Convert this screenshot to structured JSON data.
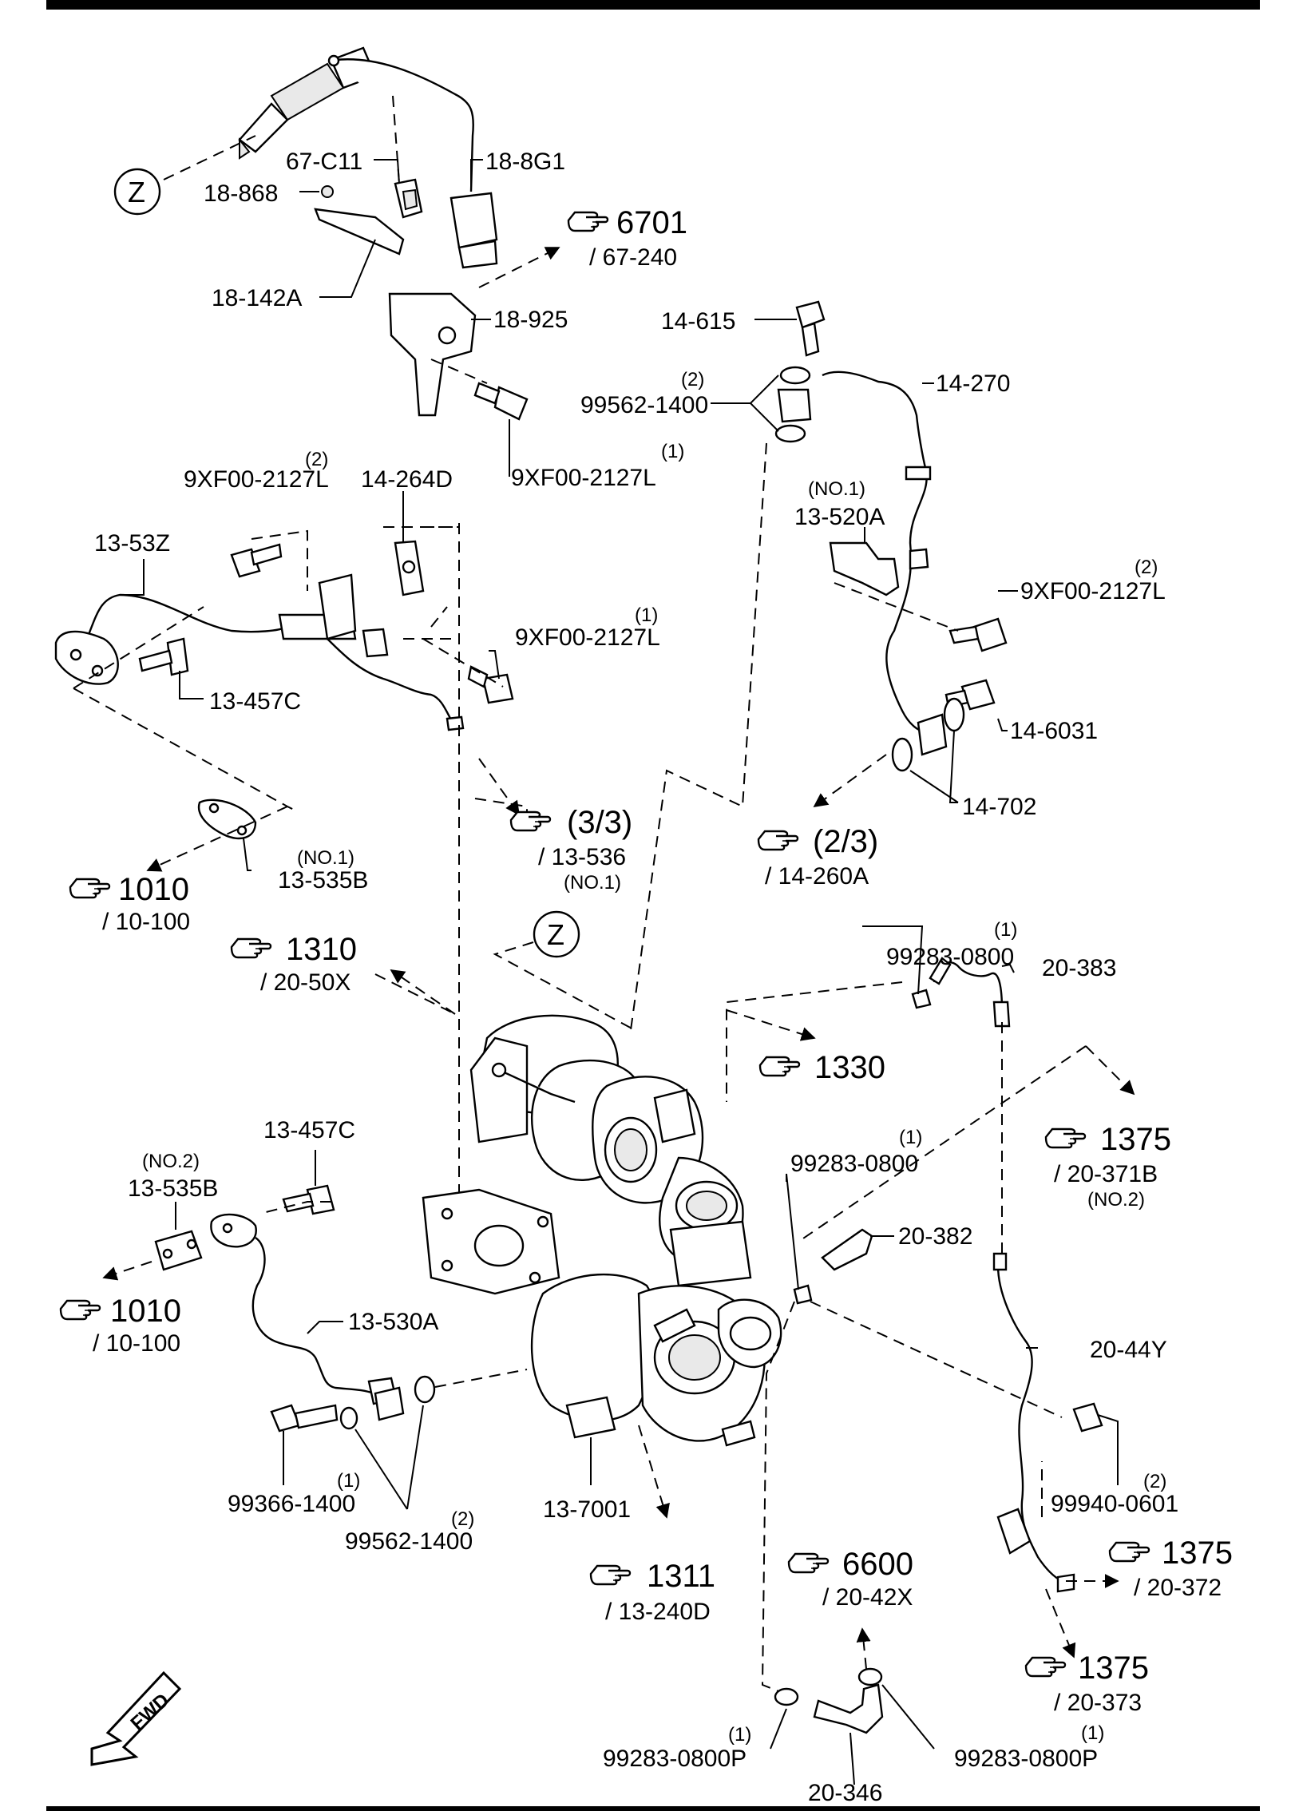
{
  "labels": {
    "l_67c11": "67-C11",
    "l_18868": "18-868",
    "l_188g1": "18-8G1",
    "l_18142a": "18-142A",
    "l_18925": "18-925",
    "l_9xf_a": "9XF00-2127L",
    "l_9xf_a_q": "(1)",
    "l_14615": "14-615",
    "l_99562_top": "99562-1400",
    "l_99562_top_q": "(2)",
    "l_14270": "14-270",
    "l_9xf_b": "9XF00-2127L",
    "l_9xf_b_q": "(2)",
    "l_14264d": "14-264D",
    "l_1353z": "13-53Z",
    "l_9xf_c": "9XF00-2127L",
    "l_9xf_c_q": "(1)",
    "l_13457c_top": "13-457C",
    "l_13520a": "13-520A",
    "l_13520a_q": "(NO.1)",
    "l_9xf_d": "9XF00-2127L",
    "l_9xf_d_q": "(2)",
    "l_146031": "14-6031",
    "l_14702": "14-702",
    "l_13535b_top": "13-535B",
    "l_13535b_top_q": "(NO.1)",
    "l_99283_a": "99283-0800",
    "l_99283_a_q": "(1)",
    "l_20383": "20-383",
    "l_13457c_bot": "13-457C",
    "l_99283_b": "99283-0800",
    "l_99283_b_q": "(1)",
    "l_13535b_bot": "13-535B",
    "l_13535b_bot_q": "(NO.2)",
    "l_20382": "20-382",
    "l_13530a": "13-530A",
    "l_2044y": "20-44Y",
    "l_99366": "99366-1400",
    "l_99366_q": "(1)",
    "l_99562_bot": "99562-1400",
    "l_99562_bot_q": "(2)",
    "l_137001": "13-7001",
    "l_99940": "99940-0601",
    "l_99940_q": "(2)",
    "l_99283p_a": "99283-0800P",
    "l_99283p_a_q": "(1)",
    "l_99283p_b": "99283-0800P",
    "l_99283p_b_q": "(1)",
    "l_20346": "20-346"
  },
  "refs": {
    "r6701": {
      "num": "6701",
      "sub": "/ 67-240"
    },
    "r33": {
      "num": "(3/3)",
      "sub": "/ 13-536",
      "note": "(NO.1)"
    },
    "r23": {
      "num": "(2/3)",
      "sub": "/ 14-260A"
    },
    "r1010a": {
      "num": "1010",
      "sub": "/ 10-100"
    },
    "r1310": {
      "num": "1310",
      "sub": "/ 20-50X"
    },
    "r1330": {
      "num": "1330"
    },
    "r1375a": {
      "num": "1375",
      "sub": "/ 20-371B",
      "note": "(NO.2)"
    },
    "r1010b": {
      "num": "1010",
      "sub": "/ 10-100"
    },
    "r1311": {
      "num": "1311",
      "sub": "/ 13-240D"
    },
    "r6600": {
      "num": "6600",
      "sub": "/ 20-42X"
    },
    "r1375b": {
      "num": "1375",
      "sub": "/ 20-372"
    },
    "r1375c": {
      "num": "1375",
      "sub": "/ 20-373"
    }
  },
  "markers": {
    "z": "Z",
    "fwd": "FWD"
  },
  "icons": {
    "reference": "pointing-hand-icon",
    "view": "circle-letter-icon",
    "direction": "forward-arrow-icon"
  }
}
